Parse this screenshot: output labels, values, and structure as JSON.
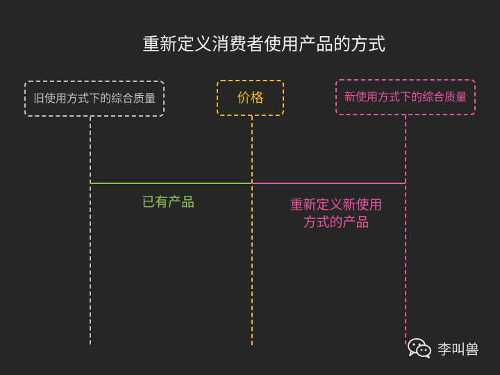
{
  "title": "重新定义消费者使用产品的方式",
  "boxes": {
    "old_quality": "旧使用方式下的综合质量",
    "price": "价格",
    "new_quality": "新使用方式下的综合质量"
  },
  "segments": {
    "existing_products": "已有产品",
    "redefined_products": "重新定义新使用方式的产品"
  },
  "watermark": {
    "author": "李叫兽",
    "icon": "wechat-icon"
  },
  "colors": {
    "background": "#262626",
    "old": "#bfbfbf",
    "price": "#f4b731",
    "new": "#e8559f",
    "green": "#8fbf4f"
  }
}
